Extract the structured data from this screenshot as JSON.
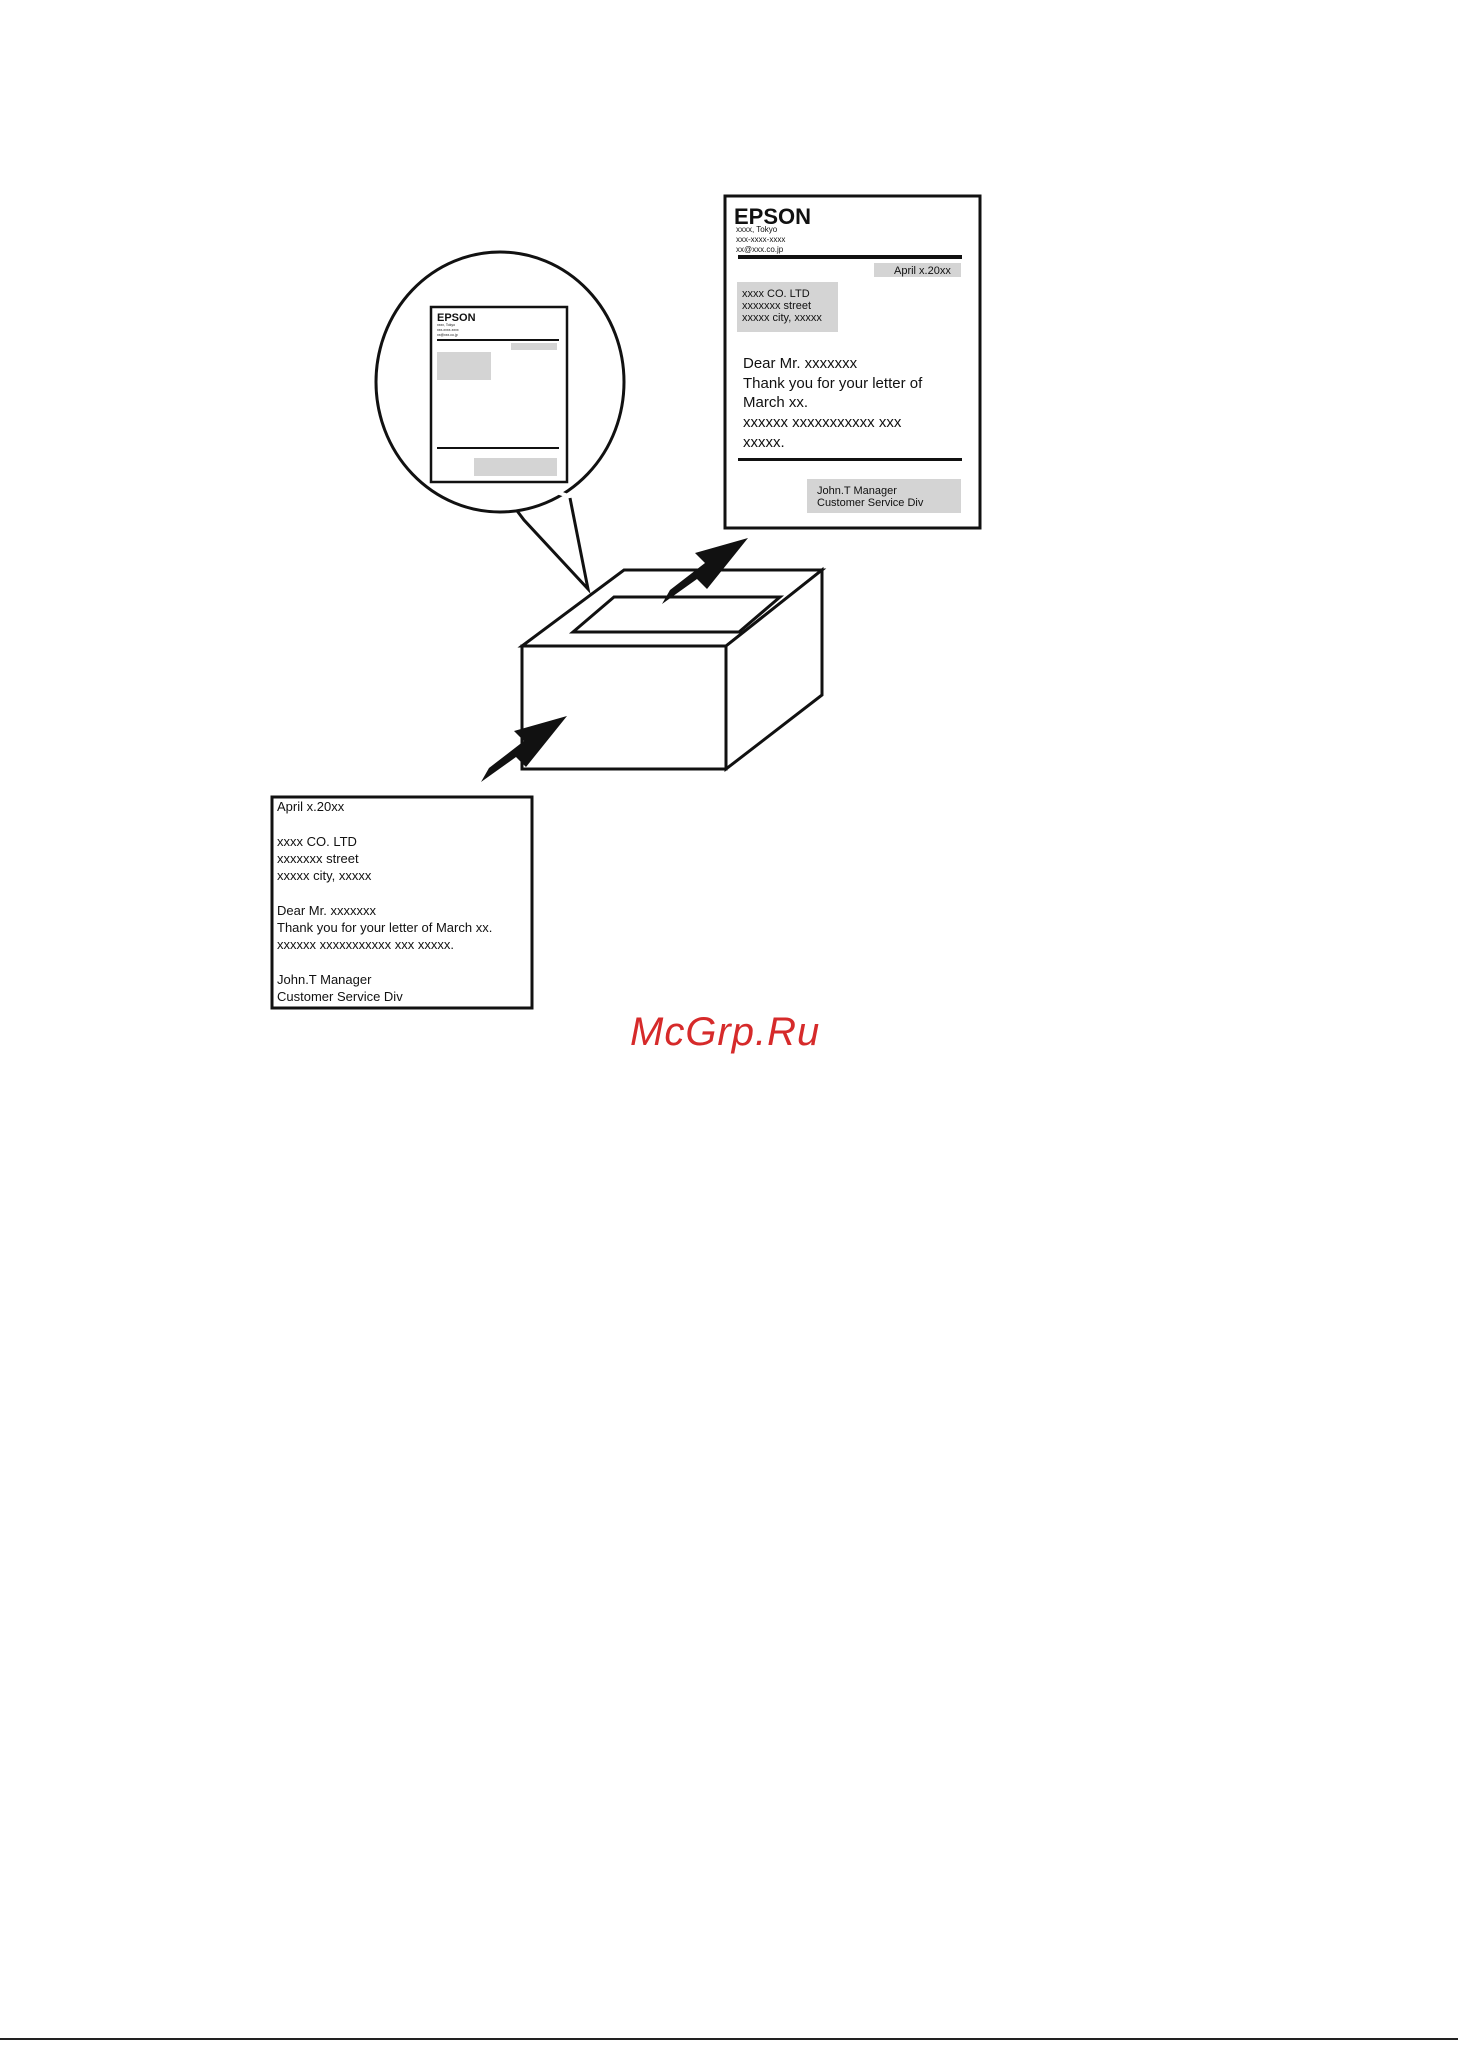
{
  "output_letter": {
    "brand": "EPSON",
    "header_lines": [
      "xxxx, Tokyo",
      "xxx-xxxx-xxxx",
      "xx@xxx.co.jp"
    ],
    "date": "April x.20xx",
    "address_lines": [
      "xxxx CO. LTD",
      "xxxxxxx street",
      "xxxxx city, xxxxx"
    ],
    "body_lines": [
      "Dear Mr. xxxxxxx",
      "Thank you for your letter of",
      "March xx.",
      "xxxxxx xxxxxxxxxxx xxx",
      "xxxxx."
    ],
    "signature_lines": [
      "John.T Manager",
      "Customer Service Div"
    ]
  },
  "template_preview": {
    "brand": "EPSON",
    "header_lines": [
      "xxxx, Tokyo",
      "xxx-xxxx-xxxx",
      "xx@xxx.co.jp"
    ]
  },
  "input_letter": {
    "lines": [
      "April x.20xx",
      "",
      "xxxx CO. LTD",
      "xxxxxxx street",
      "xxxxx city, xxxxx",
      "",
      "Dear Mr. xxxxxxx",
      "Thank you for your letter of March xx.",
      "xxxxxx xxxxxxxxxxx xxx xxxxx.",
      "",
      "John.T Manager",
      "Customer Service Div"
    ]
  },
  "watermark": "McGrp.Ru",
  "colors": {
    "ink": "#111111",
    "highlight_gray": "#d4d4d4",
    "watermark_red": "#d62a2a"
  }
}
